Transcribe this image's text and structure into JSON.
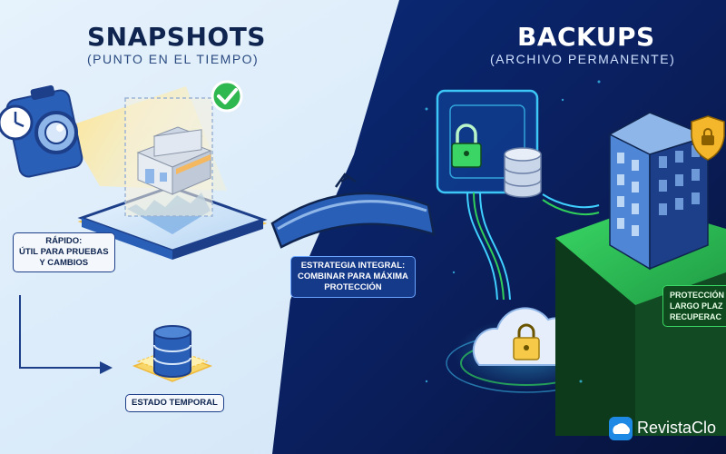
{
  "left": {
    "title": "SNAPSHOTS",
    "subtitle": "(PUNTO EN EL TIEMPO)",
    "note_lines": [
      "RÁPIDO:",
      "ÚTIL PARA PRUEBAS",
      "Y CAMBIOS"
    ],
    "state_label": "ESTADO TEMPORAL"
  },
  "right": {
    "title": "BACKUPS",
    "subtitle": "(ARCHIVO PERMANENTE)",
    "protection_lines": [
      "PROTECCIÓN",
      "LARGO PLAZ",
      "RECUPERAC"
    ]
  },
  "bridge": {
    "lines": [
      "ESTRATEGIA INTEGRAL:",
      "COMBINAR PARA MÁXIMA",
      "PROTECCIÓN"
    ]
  },
  "brand": {
    "name": "RevistaClo"
  },
  "colors": {
    "left_bg": "#d9ebfa",
    "right_bg": "#0b1f5c",
    "accent_blue": "#1d3f8a",
    "accent_yellow": "#f7c948",
    "accent_green": "#2fcf5a",
    "glow_cyan": "#3fd0ff"
  },
  "icons": [
    "camera-icon",
    "clock-icon",
    "checkmark-icon",
    "store-icon",
    "database-icon",
    "vault-icon",
    "lock-icon",
    "cloud-icon",
    "building-icon",
    "shield-icon",
    "bridge-icon"
  ]
}
